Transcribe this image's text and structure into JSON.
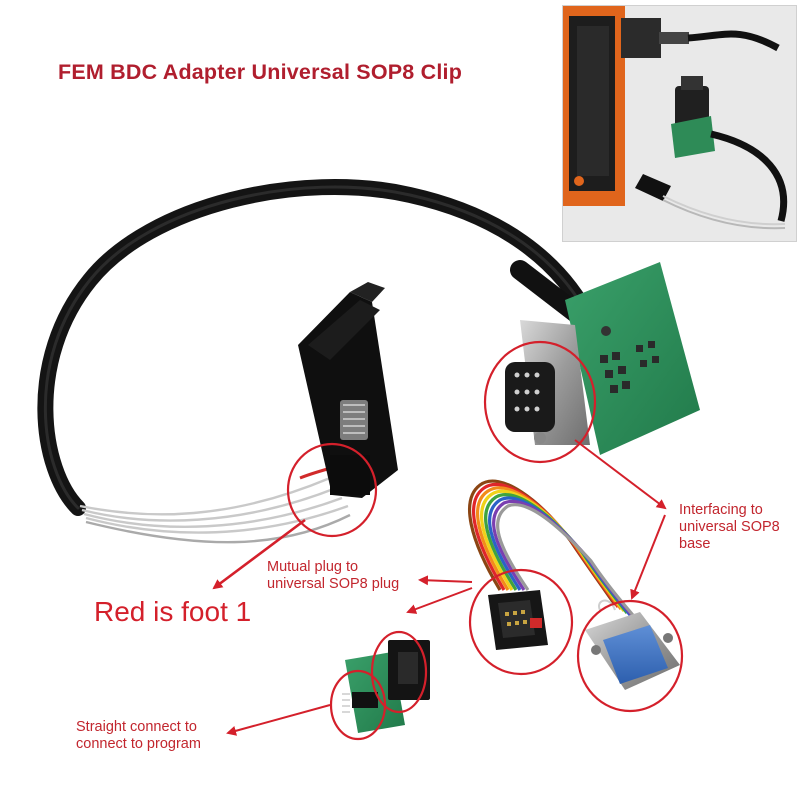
{
  "title": "FEM BDC Adapter Universal SOP8 Clip",
  "labels": {
    "red_foot": "Red is foot 1",
    "mutual_line1": "Mutual plug to",
    "mutual_line2": "universal SOP8 plug",
    "interfacing_line1": "Interfacing to",
    "interfacing_line2": "universal SOP8",
    "interfacing_line3": "base",
    "straight_line1": "Straight connect to",
    "straight_line2": "connect to program"
  },
  "colors": {
    "annotation_red": "#c2262e",
    "title_red": "#b01e2e",
    "pcb_green": "#2e8b57",
    "cable_black": "#161616"
  }
}
